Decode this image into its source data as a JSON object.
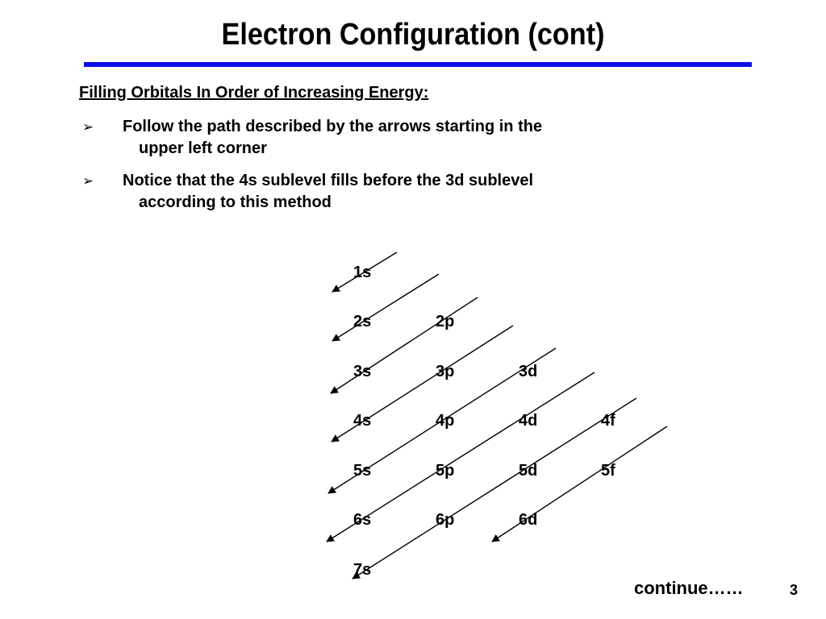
{
  "slide": {
    "title": "Electron Configuration (cont)",
    "heading": "Filling Orbitals In Order of Increasing Energy:",
    "bullets": [
      {
        "marker": "➢",
        "line1": "Follow the path described by the arrows starting in the",
        "line2": "upper left corner"
      },
      {
        "marker": "➢",
        "line1": "Notice that the 4s sublevel fills before the 3d sublevel",
        "line2": "according to this method"
      }
    ],
    "footer": {
      "continue": "continue……",
      "page": "3"
    },
    "accent_color": "#0b10e8"
  },
  "orbitals": [
    [
      "1s"
    ],
    [
      "2s",
      "2p"
    ],
    [
      "3s",
      "3p",
      "3d"
    ],
    [
      "4s",
      "4p",
      "4d",
      "4f"
    ],
    [
      "5s",
      "5p",
      "5d",
      "5f"
    ],
    [
      "6s",
      "6p",
      "6d"
    ],
    [
      "7s"
    ]
  ]
}
